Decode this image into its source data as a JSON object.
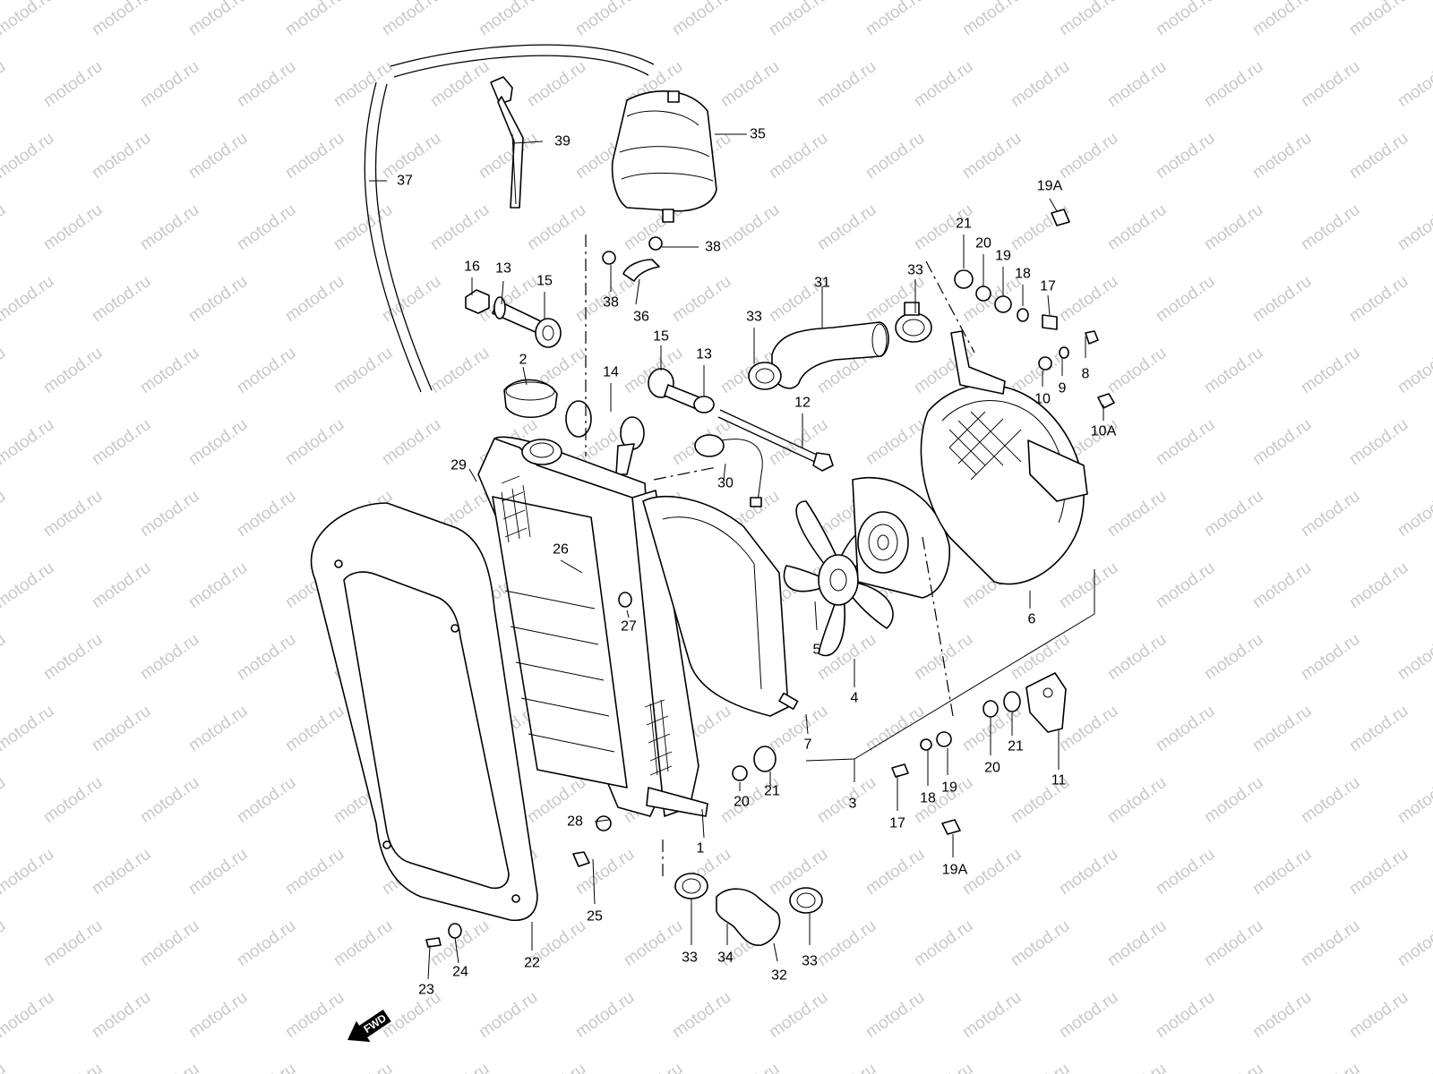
{
  "watermark": "motod.ru",
  "direction_badge": "FWD",
  "parts": [
    {
      "id": "p1",
      "label": "1"
    },
    {
      "id": "p2",
      "label": "2"
    },
    {
      "id": "p3",
      "label": "3"
    },
    {
      "id": "p4",
      "label": "4"
    },
    {
      "id": "p5",
      "label": "5"
    },
    {
      "id": "p6",
      "label": "6"
    },
    {
      "id": "p7",
      "label": "7"
    },
    {
      "id": "p8",
      "label": "8"
    },
    {
      "id": "p9",
      "label": "9"
    },
    {
      "id": "p10",
      "label": "10"
    },
    {
      "id": "p10a",
      "label": "10A"
    },
    {
      "id": "p11",
      "label": "11"
    },
    {
      "id": "p12",
      "label": "12"
    },
    {
      "id": "p13a",
      "label": "13"
    },
    {
      "id": "p13b",
      "label": "13"
    },
    {
      "id": "p14",
      "label": "14"
    },
    {
      "id": "p15a",
      "label": "15"
    },
    {
      "id": "p15b",
      "label": "15"
    },
    {
      "id": "p16",
      "label": "16"
    },
    {
      "id": "p17a",
      "label": "17"
    },
    {
      "id": "p17b",
      "label": "17"
    },
    {
      "id": "p18a",
      "label": "18"
    },
    {
      "id": "p18b",
      "label": "18"
    },
    {
      "id": "p19a",
      "label": "19"
    },
    {
      "id": "p19b",
      "label": "19"
    },
    {
      "id": "p19Aa",
      "label": "19A"
    },
    {
      "id": "p19Ab",
      "label": "19A"
    },
    {
      "id": "p20a",
      "label": "20"
    },
    {
      "id": "p20b",
      "label": "20"
    },
    {
      "id": "p20c",
      "label": "20"
    },
    {
      "id": "p21a",
      "label": "21"
    },
    {
      "id": "p21b",
      "label": "21"
    },
    {
      "id": "p21c",
      "label": "21"
    },
    {
      "id": "p22",
      "label": "22"
    },
    {
      "id": "p23",
      "label": "23"
    },
    {
      "id": "p24",
      "label": "24"
    },
    {
      "id": "p25",
      "label": "25"
    },
    {
      "id": "p26",
      "label": "26"
    },
    {
      "id": "p27",
      "label": "27"
    },
    {
      "id": "p28",
      "label": "28"
    },
    {
      "id": "p29",
      "label": "29"
    },
    {
      "id": "p30",
      "label": "30"
    },
    {
      "id": "p31",
      "label": "31"
    },
    {
      "id": "p32",
      "label": "32"
    },
    {
      "id": "p33a",
      "label": "33"
    },
    {
      "id": "p33b",
      "label": "33"
    },
    {
      "id": "p33c",
      "label": "33"
    },
    {
      "id": "p33d",
      "label": "33"
    },
    {
      "id": "p34",
      "label": "34"
    },
    {
      "id": "p35",
      "label": "35"
    },
    {
      "id": "p36",
      "label": "36"
    },
    {
      "id": "p37",
      "label": "37"
    },
    {
      "id": "p38a",
      "label": "38"
    },
    {
      "id": "p38b",
      "label": "38"
    },
    {
      "id": "p39",
      "label": "39"
    }
  ]
}
